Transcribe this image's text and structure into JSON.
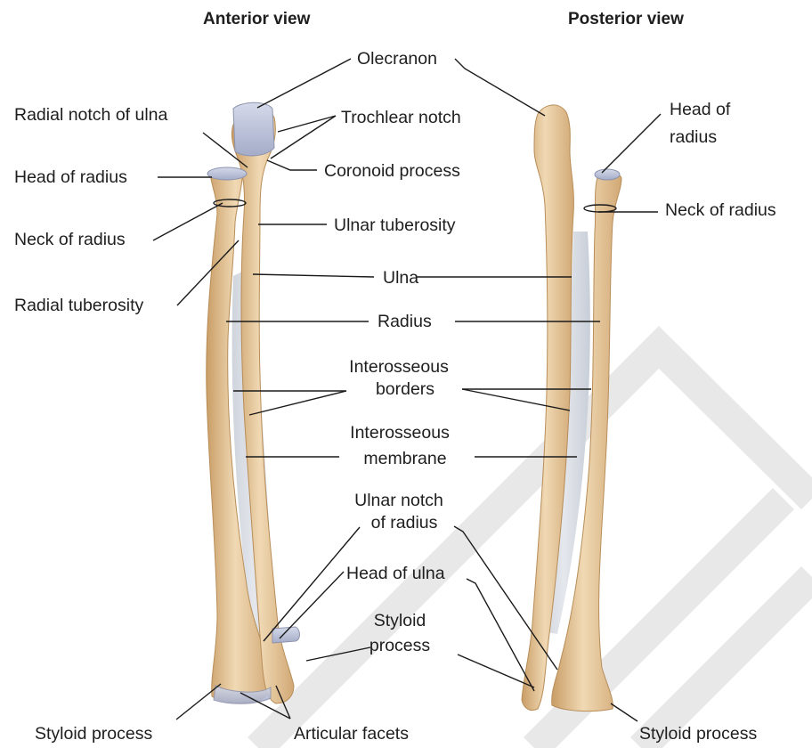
{
  "headings": {
    "anterior": "Anterior view",
    "posterior": "Posterior view"
  },
  "labels": {
    "olecranon": "Olecranon",
    "trochlear_notch": "Trochlear notch",
    "radial_notch_of_ulna": "Radial notch of ulna",
    "head_of_radius_left": "Head of radius",
    "coronoid_process": "Coronoid process",
    "neck_of_radius_left": "Neck of radius",
    "ulnar_tuberosity": "Ulnar tuberosity",
    "radial_tuberosity": "Radial tuberosity",
    "ulna": "Ulna",
    "radius": "Radius",
    "interosseous_borders": [
      "Interosseous",
      "borders"
    ],
    "interosseous_membrane": [
      "Interosseous",
      "membrane"
    ],
    "ulnar_notch_of_radius": [
      "Ulnar notch",
      "of radius"
    ],
    "head_of_ulna": "Head of ulna",
    "styloid_process_center": [
      "Styloid",
      "process"
    ],
    "styloid_process_left": "Styloid process",
    "articular_facets": "Articular facets",
    "styloid_process_right": "Styloid process",
    "head_of_radius_right": [
      "Head of",
      "radius"
    ],
    "neck_of_radius_right": "Neck of radius"
  },
  "colors": {
    "bone": "#e3c193",
    "bone_light": "#f2dfc0",
    "bone_shadow": "#c99d66",
    "cartilage": "#bcc3da",
    "membrane": "#d9dde4",
    "watermark": "#e7e7e7"
  }
}
